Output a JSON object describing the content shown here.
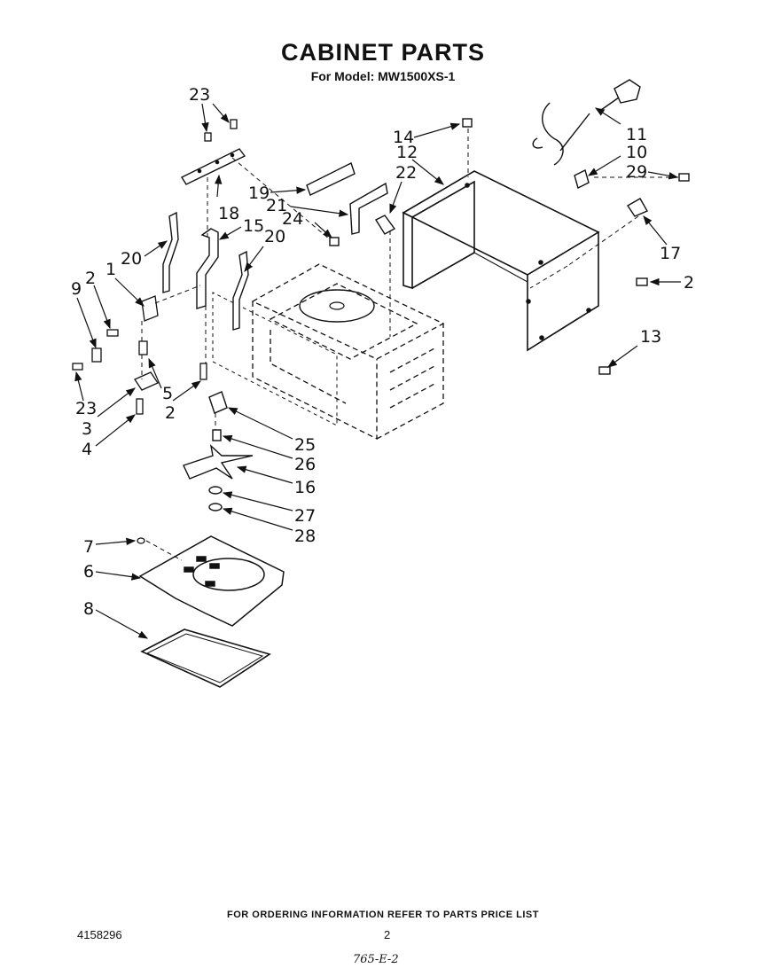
{
  "header": {
    "title": "CABINET PARTS",
    "subtitle": "For Model: MW1500XS-1"
  },
  "callouts": [
    "1",
    "2",
    "3",
    "4",
    "5",
    "6",
    "7",
    "8",
    "9",
    "10",
    "11",
    "12",
    "13",
    "14",
    "15",
    "16",
    "17",
    "18",
    "19",
    "20",
    "21",
    "22",
    "23",
    "24",
    "25",
    "26",
    "27",
    "28",
    "29"
  ],
  "footer": {
    "ordering_note": "FOR ORDERING INFORMATION REFER TO PARTS PRICE LIST",
    "doc_number": "4158296",
    "page_number": "2",
    "handwritten_code": "765-E-2"
  }
}
